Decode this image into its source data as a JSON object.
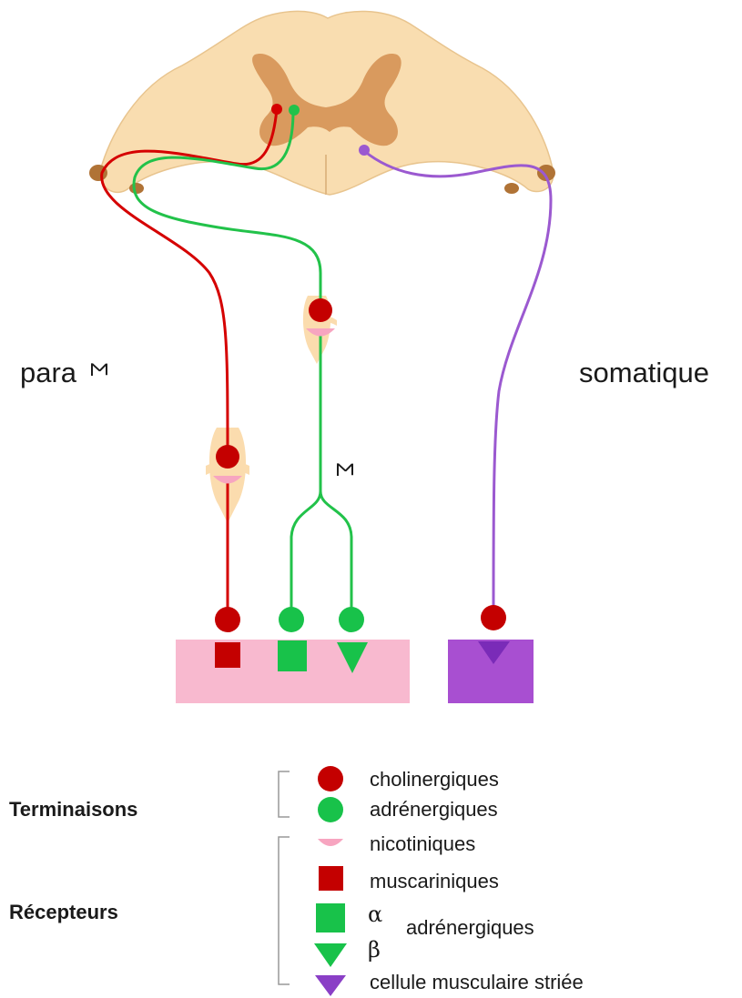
{
  "labels": {
    "left": "para",
    "left_symbol": "Σ",
    "middle_symbol": "Σ",
    "right": "somatique"
  },
  "legend": {
    "terminaisons": "Terminaisons",
    "recepteurs": "Récepteurs",
    "items": {
      "cholinergiques": "cholinergiques",
      "adrenergiques_term": "adrénergiques",
      "nicotiniques": "nicotiniques",
      "muscariniques": "muscariniques",
      "alpha": "α",
      "beta": "β",
      "adrenergiques_rec": "adrénergiques",
      "cellule": "cellule musculaire striée"
    }
  },
  "colors": {
    "parasympathetic": "#d50000",
    "sympathetic": "#22c24a",
    "somatic": "#9b59d0",
    "cord_outer": "#f9ddb0",
    "cord_gray": "#d99a5e",
    "ganglion": "#fbdcae",
    "nicotinic": "#f7a5c0",
    "effector_pink": "#f8b9cf",
    "muscle_purple": "#a84fd1",
    "receptor_red": "#c40000",
    "receptor_green": "#18c24a",
    "receptor_purple": "#7a2bb8"
  }
}
